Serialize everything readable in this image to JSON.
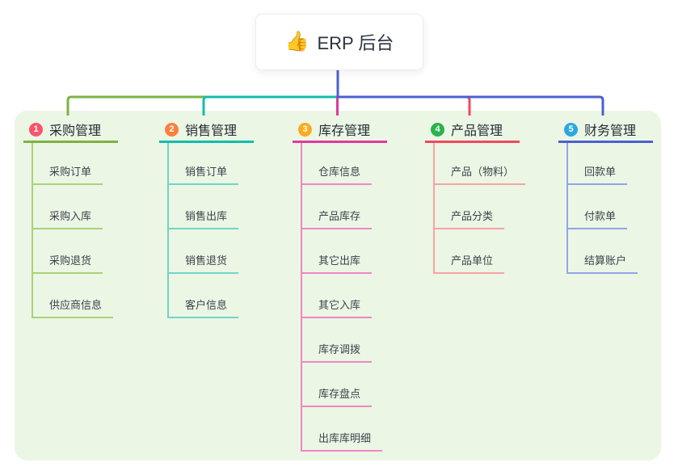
{
  "canvas": {
    "background_color": "#ffffff",
    "panel_color": "#ebf6e4"
  },
  "root": {
    "icon": "thumbs-up",
    "icon_char": "👍",
    "title": "ERP 后台",
    "line_color": "#4a60d2"
  },
  "branches": [
    {
      "badge": "1",
      "label": "采购管理",
      "badge_color": "#f8556d",
      "line_color": "#7cb342",
      "child_line_color": "#a9d277",
      "children": [
        "采购订单",
        "采购入库",
        "采购退货",
        "供应商信息"
      ]
    },
    {
      "badge": "2",
      "label": "销售管理",
      "badge_color": "#f9813e",
      "line_color": "#12bdad",
      "child_line_color": "#72d4c8",
      "children": [
        "销售订单",
        "销售出库",
        "销售退货",
        "客户信息"
      ]
    },
    {
      "badge": "3",
      "label": "库存管理",
      "badge_color": "#fcab1f",
      "line_color": "#e03a9c",
      "child_line_color": "#ef87c6",
      "children": [
        "仓库信息",
        "产品库存",
        "其它出库",
        "其它入库",
        "库存调拨",
        "库存盘点",
        "出库库明细"
      ]
    },
    {
      "badge": "4",
      "label": "产品管理",
      "badge_color": "#2bb24c",
      "line_color": "#f0485f",
      "child_line_color": "#f7a2a6",
      "children": [
        "产品（物料）",
        "产品分类",
        "产品单位"
      ]
    },
    {
      "badge": "5",
      "label": "财务管理",
      "badge_color": "#2ca8e0",
      "line_color": "#4a60d2",
      "child_line_color": "#93a5e8",
      "children": [
        "回款单",
        "付款单",
        "结算账户"
      ]
    }
  ]
}
